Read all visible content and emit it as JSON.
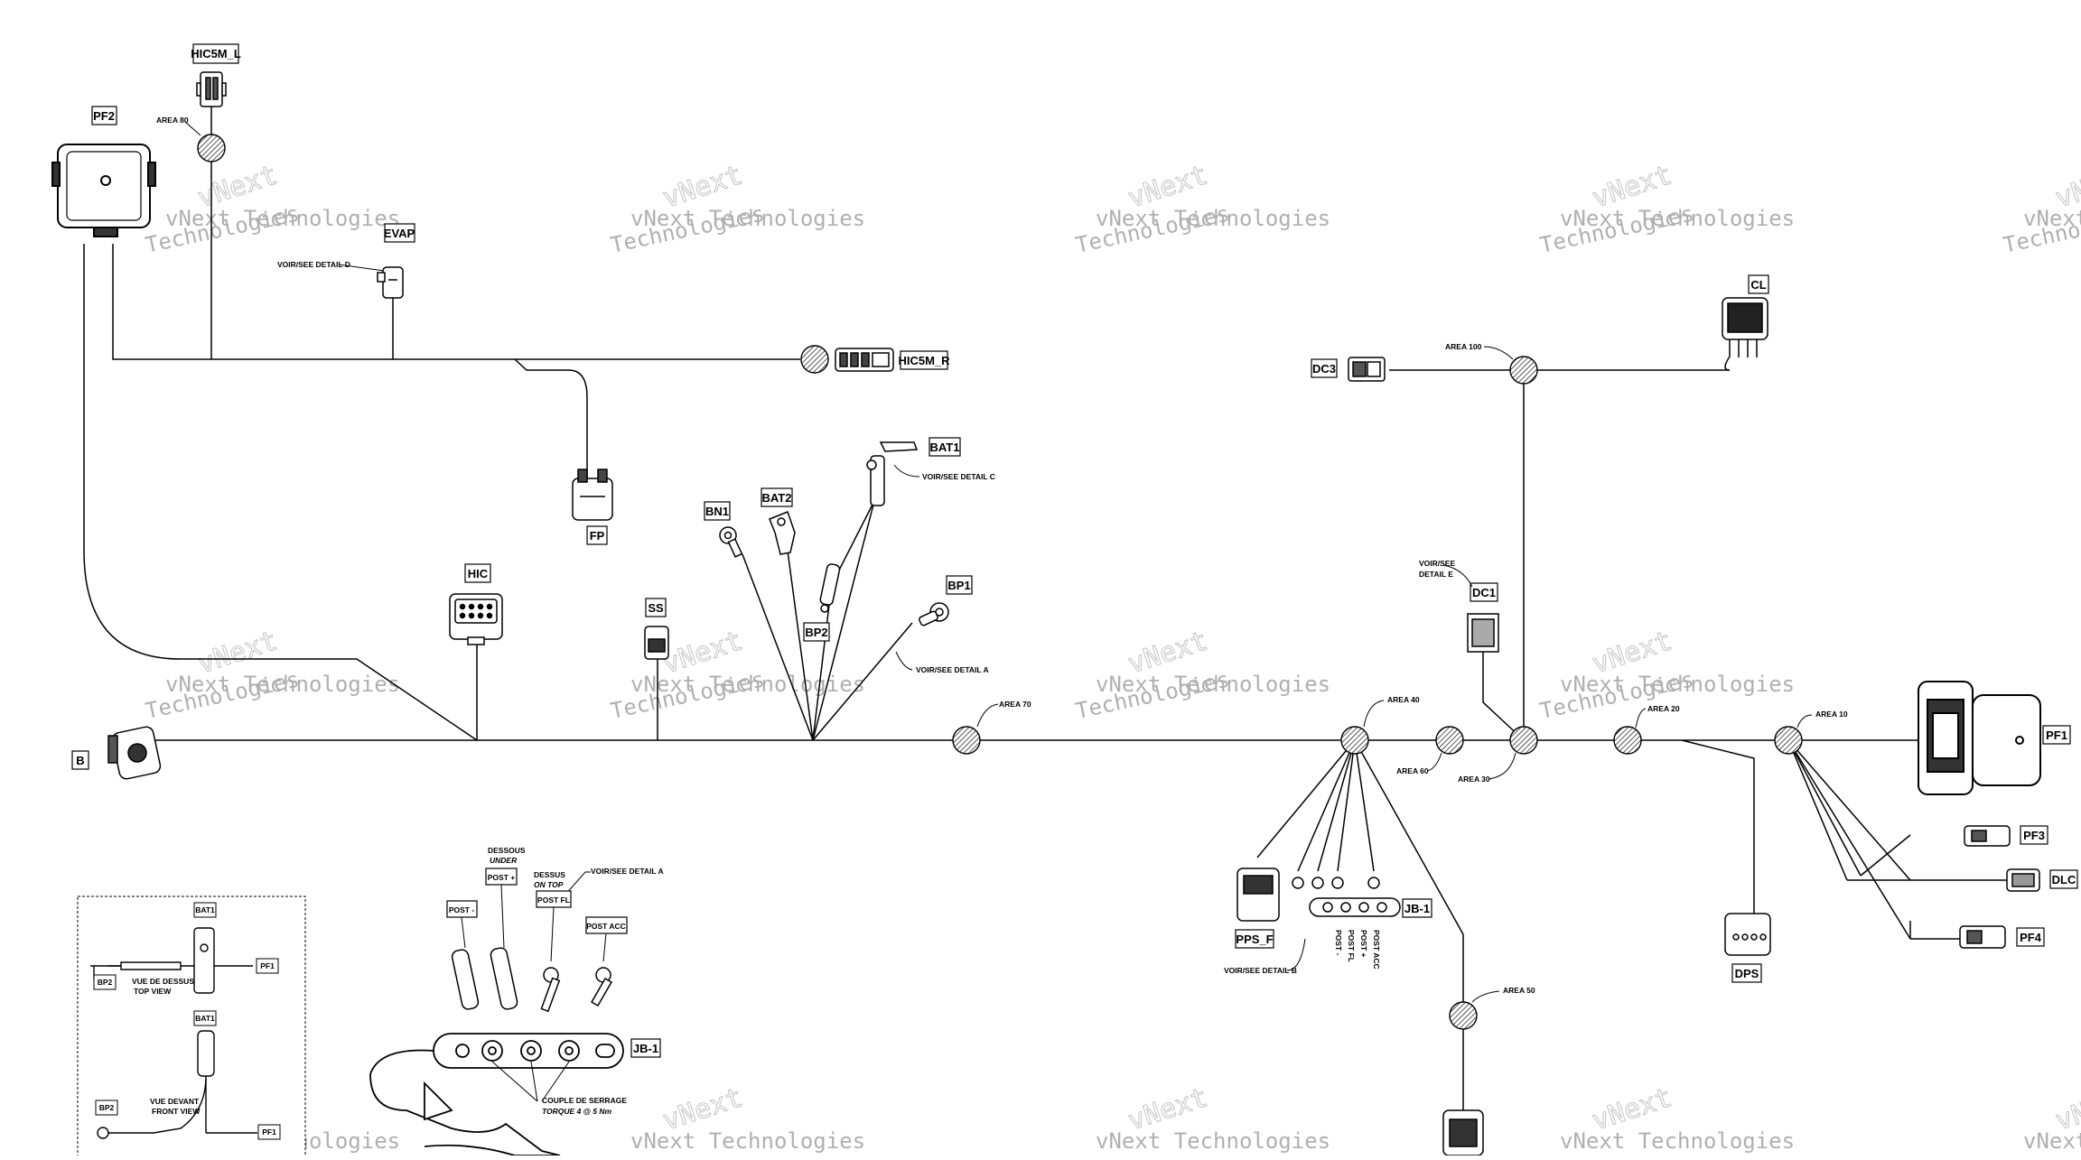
{
  "watermark": {
    "line1": "vNext Technologies",
    "line2": "Technologies",
    "big": "vNext"
  },
  "connectors": {
    "hic5m_l": "HIC5M_L",
    "pf2": "PF2",
    "evap": "EVAP",
    "hic5m_r": "HIC5M_R",
    "fp": "FP",
    "hic": "HIC",
    "ss": "SS",
    "bn1": "BN1",
    "bat2": "BAT2",
    "bat1": "BAT1",
    "bp2": "BP2",
    "bp1": "BP1",
    "b": "B",
    "dc3": "DC3",
    "cl": "CL",
    "dc1": "DC1",
    "pf1": "PF1",
    "pf3": "PF3",
    "dlc": "DLC",
    "pf4": "PF4",
    "dps": "DPS",
    "pps_f": "PPS_F",
    "jb1": "JB-1"
  },
  "areas": {
    "area80": "AREA 80",
    "area100": "AREA 100",
    "area70": "AREA 70",
    "area40": "AREA 40",
    "area60": "AREA 60",
    "area30": "AREA 30",
    "area20": "AREA 20",
    "area10": "AREA 10",
    "area50": "AREA 50"
  },
  "notes": {
    "detail_d": "VOIR/SEE DETAIL D",
    "detail_c": "VOIR/SEE DETAIL C",
    "detail_a": "VOIR/SEE DETAIL A",
    "detail_e1": "VOIR/SEE",
    "detail_e2": "DETAIL E",
    "detail_b": "VOIR/SEE DETAIL B"
  },
  "jb_posts": {
    "p1": "POST -",
    "p2": "POST FL",
    "p3": "POST +",
    "p4": "POST ACC"
  },
  "detail_a": {
    "dessous": "DESSOUS",
    "under": "UNDER",
    "dessus": "DESSUS",
    "on_top": "ON TOP",
    "post_minus": "POST -",
    "post_plus": "POST +",
    "post_fl": "POST FL",
    "post_acc": "POST ACC",
    "see_detail": "VOIR/SEE DETAIL A",
    "jb": "JB-1",
    "torque1": "COUPLE DE SERRAGE",
    "torque2": "TORQUE 4 @ 5 Nm"
  },
  "detail_inset": {
    "bat1_top": "BAT1",
    "pf1_top": "PF1",
    "bp2_top": "BP2",
    "top_fr": "VUE DE DESSUS",
    "top_en": "TOP VIEW",
    "bat1_front": "BAT1",
    "front_fr": "VUE DEVANT",
    "front_en": "FRONT VIEW",
    "bp2_front": "BP2",
    "pf1_front": "PF1"
  }
}
